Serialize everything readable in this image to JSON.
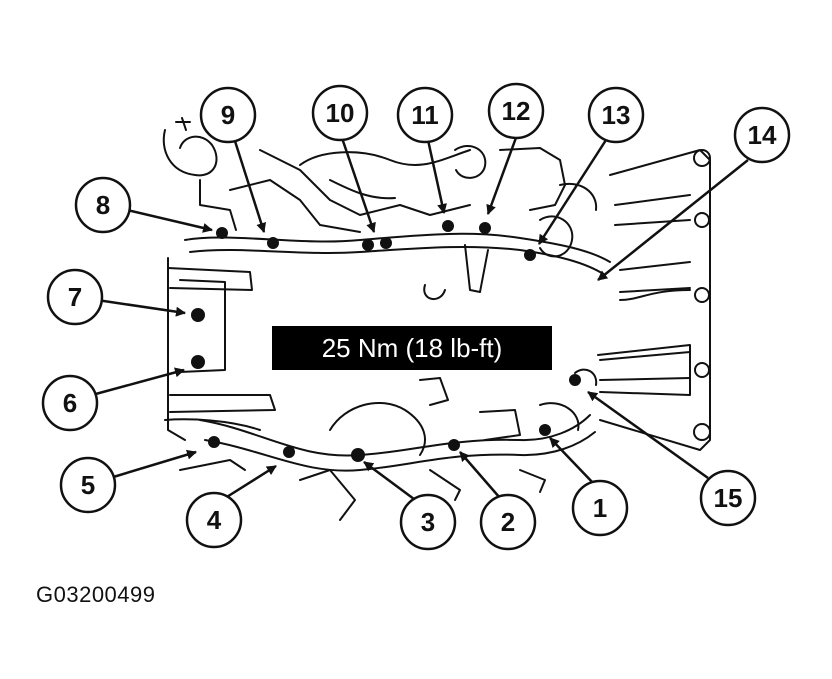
{
  "torque_label": "25 Nm (18 lb-ft)",
  "figure_code": "G03200499",
  "callouts": [
    "1",
    "2",
    "3",
    "4",
    "5",
    "6",
    "7",
    "8",
    "9",
    "10",
    "11",
    "12",
    "13",
    "14",
    "15"
  ],
  "colors": {
    "line": "#111111",
    "label_bg": "#000000",
    "label_text": "#ffffff",
    "background": "#ffffff"
  }
}
